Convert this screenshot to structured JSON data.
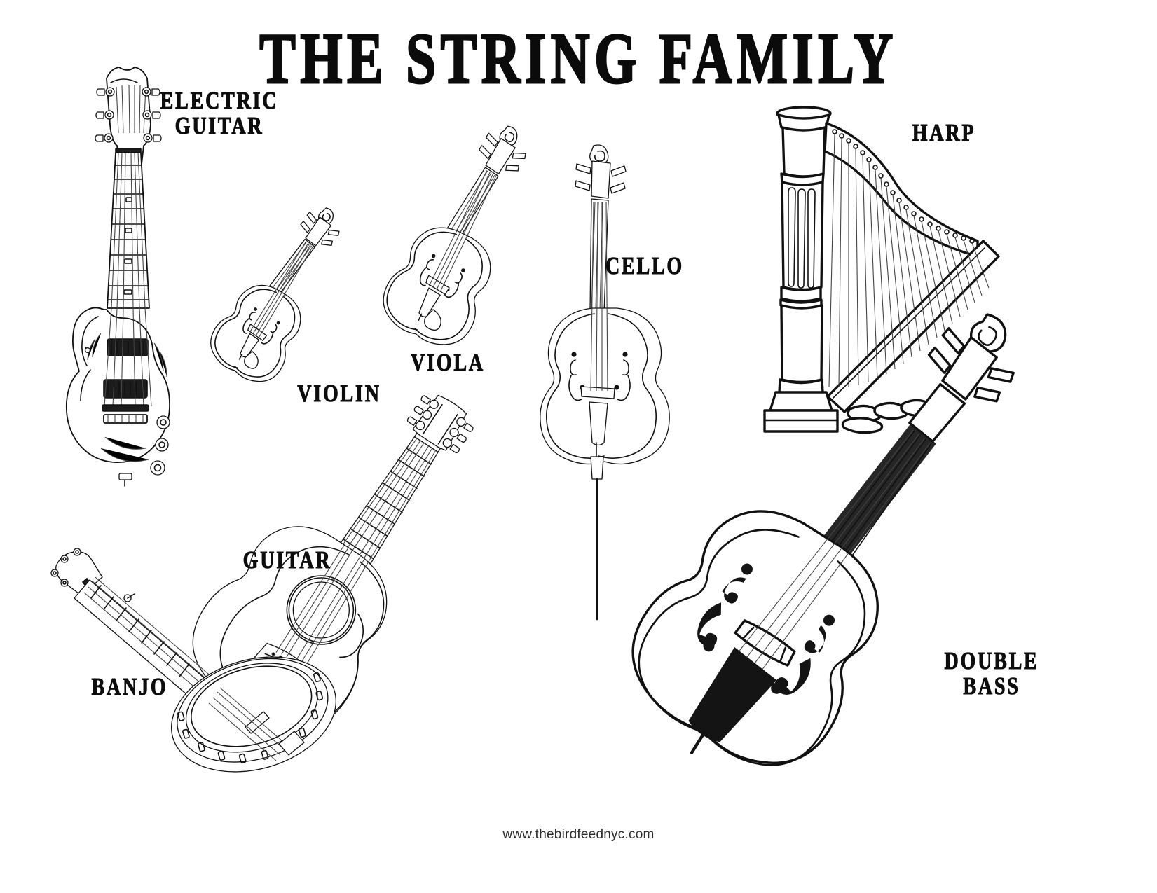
{
  "page": {
    "title": "THE STRING FAMILY",
    "footer_url": "www.thebirdfeednyc.com",
    "background_color": "#ffffff",
    "ink_color": "#111111",
    "style": "black-and-white line-art coloring page"
  },
  "labels": {
    "electric_guitar_line1": "ELECTRIC",
    "electric_guitar_line2": "GUITAR",
    "violin": "VIOLIN",
    "viola": "VIOLA",
    "cello": "CELLO",
    "harp": "HARP",
    "guitar": "GUITAR",
    "banjo": "BANJO",
    "double_bass_line1": "DOUBLE",
    "double_bass_line2": "BASS"
  },
  "instruments": [
    {
      "name": "electric guitar",
      "label": "ELECTRIC GUITAR",
      "strings": 6
    },
    {
      "name": "violin",
      "label": "VIOLIN",
      "strings": 4
    },
    {
      "name": "viola",
      "label": "VIOLA",
      "strings": 4
    },
    {
      "name": "cello",
      "label": "CELLO",
      "strings": 4
    },
    {
      "name": "harp",
      "label": "HARP",
      "strings": 34
    },
    {
      "name": "guitar",
      "label": "GUITAR",
      "strings": 6
    },
    {
      "name": "banjo",
      "label": "BANJO",
      "strings": 5
    },
    {
      "name": "double bass",
      "label": "DOUBLE BASS",
      "strings": 4
    }
  ]
}
